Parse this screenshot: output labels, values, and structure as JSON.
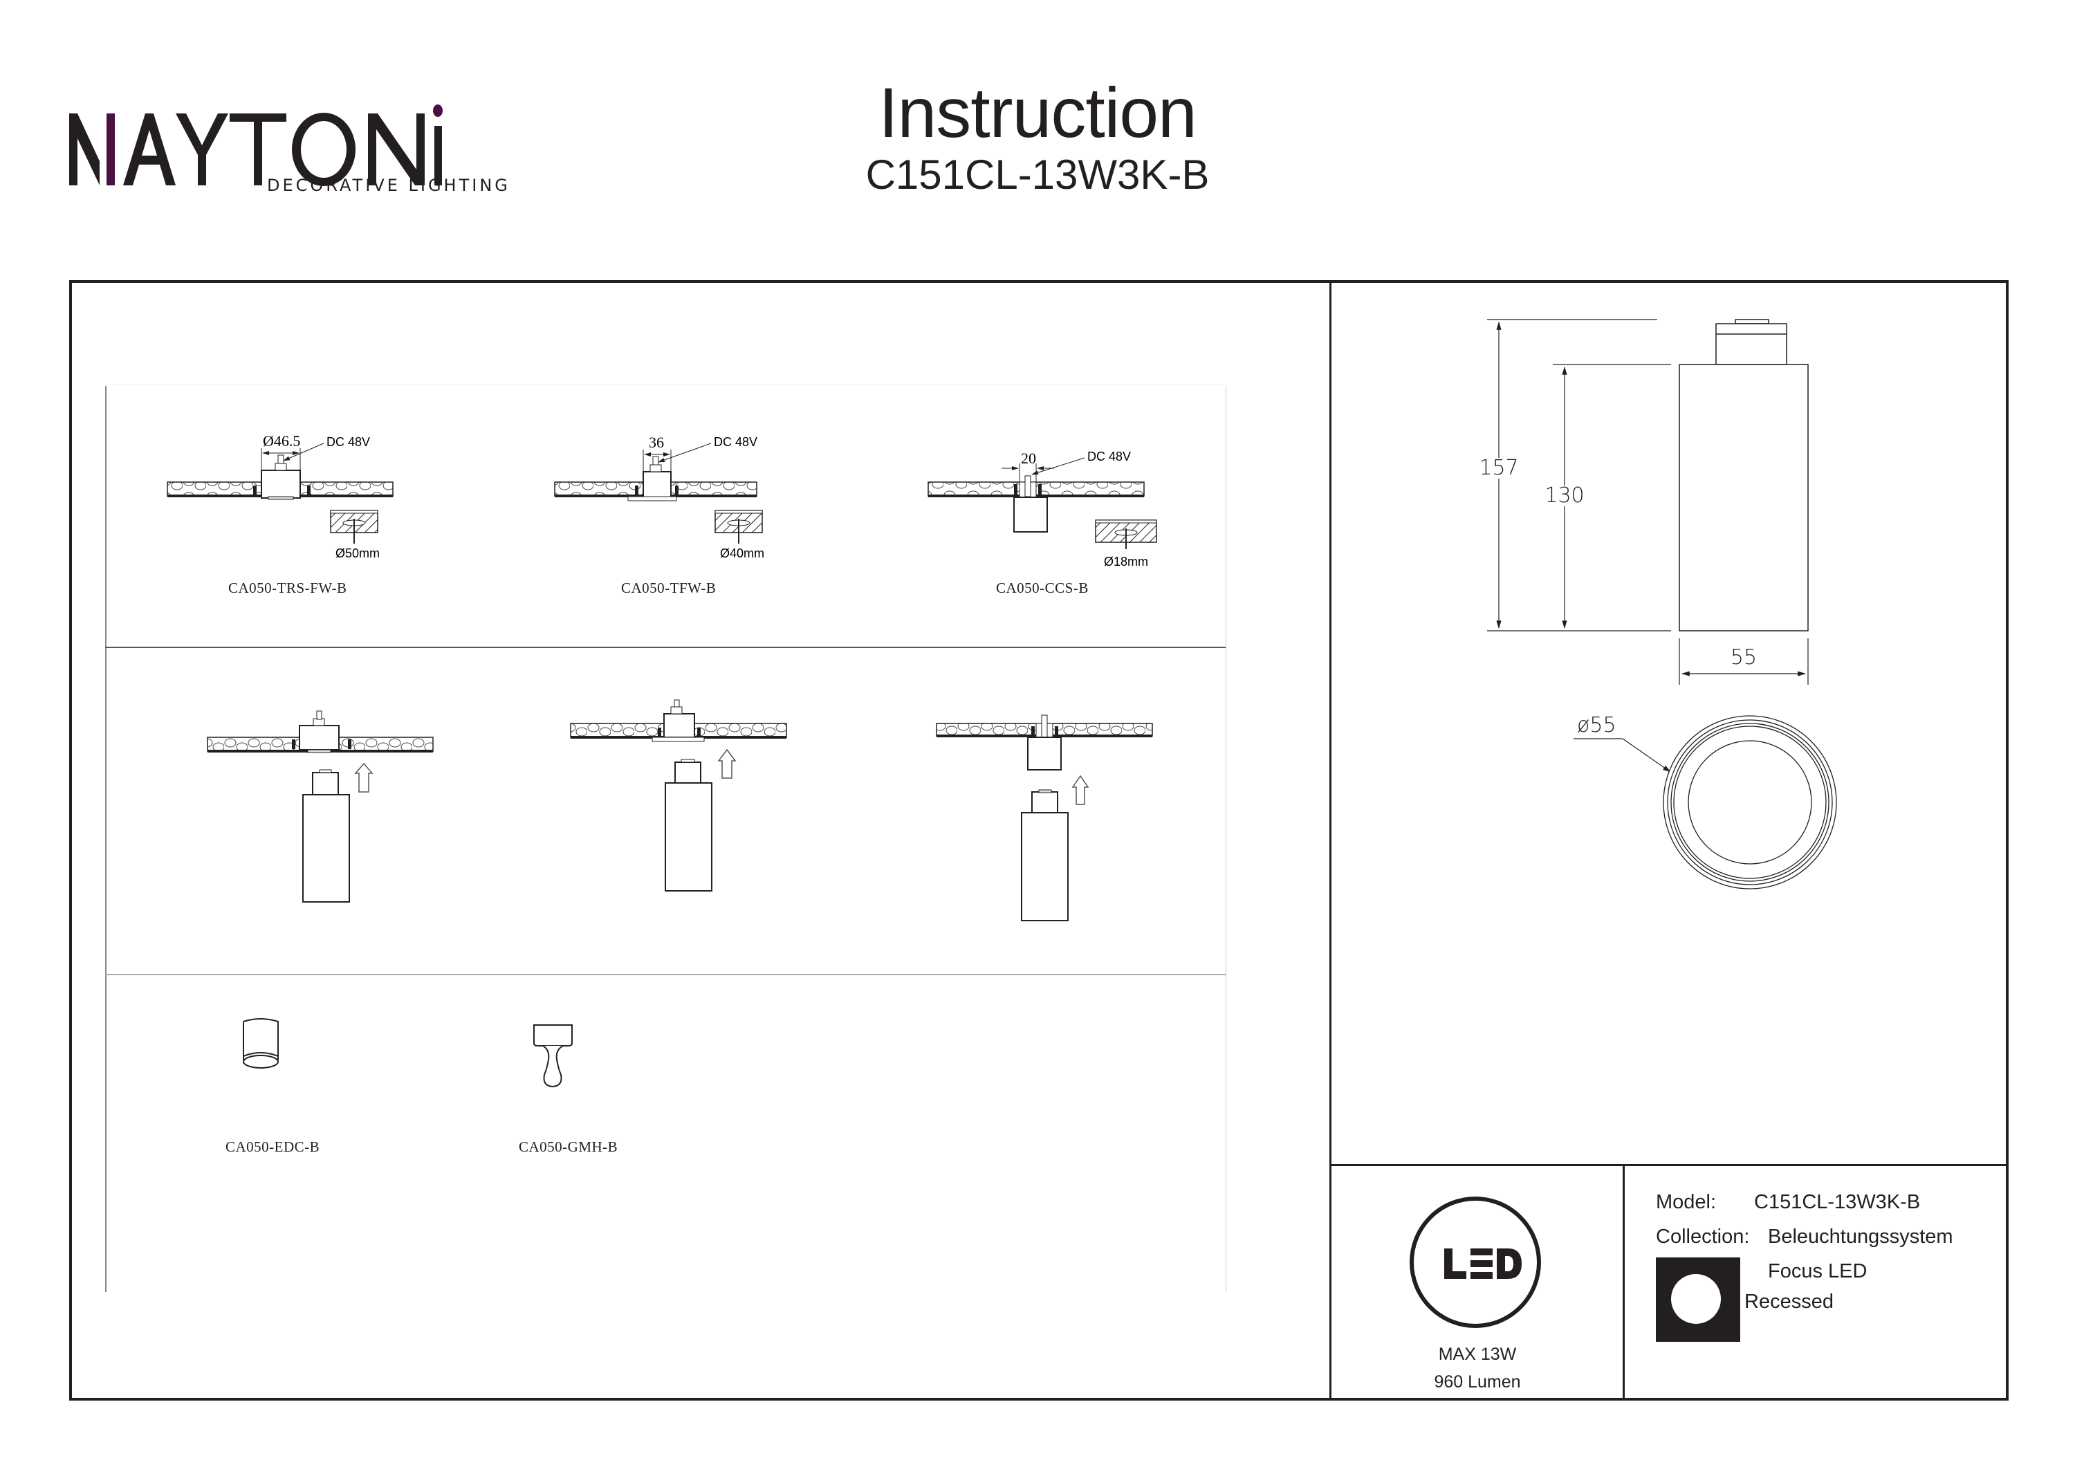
{
  "brand": {
    "name": "MAYTONI",
    "tagline": "DECORATIVE LIGHTING",
    "accent_color": "#4a1042"
  },
  "header": {
    "title": "Instruction",
    "model_code": "C151CL-13W3K-B"
  },
  "mounting_options": [
    {
      "part_code": "CA050-TRS-FW-B",
      "dimension": "Ø46.5",
      "voltage": "DC 48V",
      "cutout": "Ø50mm"
    },
    {
      "part_code": "CA050-TFW-B",
      "dimension": "36",
      "voltage": "DC 48V",
      "cutout": "Ø40mm"
    },
    {
      "part_code": "CA050-CCS-B",
      "dimension": "20",
      "voltage": "DC 48V",
      "cutout": "Ø18mm"
    }
  ],
  "accessories": [
    {
      "part_code": "CA050-EDC-B"
    },
    {
      "part_code": "CA050-GMH-B"
    }
  ],
  "dimensions": {
    "total_height": "157",
    "body_height": "130",
    "width": "55",
    "diameter": "ø55"
  },
  "specs": {
    "led_badge": "LED",
    "max_power": "MAX 13W",
    "luminous_flux": "960 Lumen"
  },
  "info": {
    "model_label": "Model:",
    "model_value": "C151CL-13W3K-B",
    "collection_label": "Collection:",
    "collection_value": "Beleuchtungssystem",
    "line1": "Focus LED",
    "line2": "Recessed"
  }
}
